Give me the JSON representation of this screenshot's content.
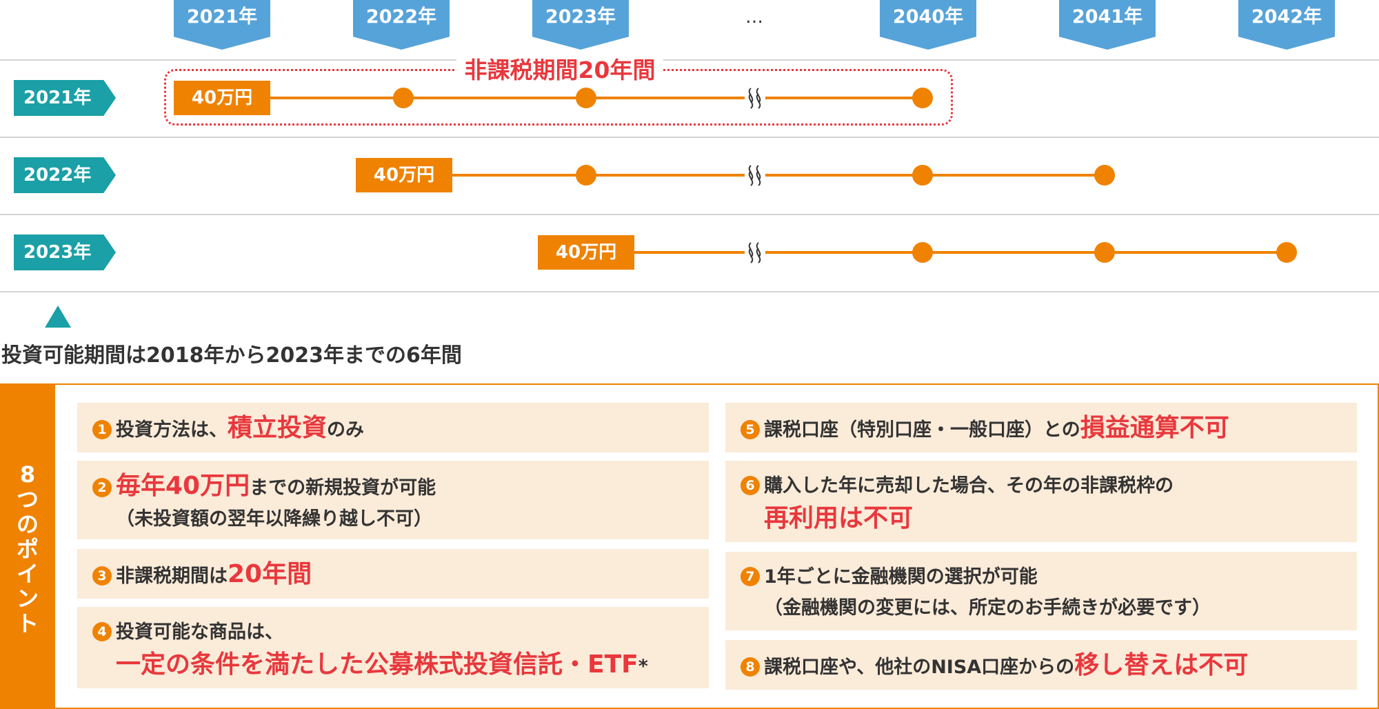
{
  "header_years": [
    "2021年",
    "2022年",
    "2023年",
    "…",
    "2040年",
    "2041年",
    "2042年"
  ],
  "rows": [
    {
      "year": "2021年",
      "amount": "40万円"
    },
    {
      "year": "2022年",
      "amount": "40万円"
    },
    {
      "year": "2023年",
      "amount": "40万円"
    }
  ],
  "tax_free_label": "非課税期間20年間",
  "investment_period": "投資可能期間は2018年から2023年までの6年間",
  "points_title": [
    "8",
    "つ",
    "の",
    "ポ",
    "イ",
    "ン",
    "ト"
  ],
  "points": [
    {
      "num": "1",
      "text": "投資方法は、",
      "highlight": "積立投資",
      "after": "のみ"
    },
    {
      "num": "2",
      "highlight": "毎年40万円",
      "after": "までの新規投資が可能",
      "sub": "（未投資額の翌年以降繰り越し不可）"
    },
    {
      "num": "3",
      "text": "非課税期間は",
      "highlight": "20年間"
    },
    {
      "num": "4",
      "text": "投資可能な商品は、",
      "highlight": "一定の条件を満たした公募株式投資信託・ETF",
      "after": "*"
    },
    {
      "num": "5",
      "text": "課税口座（特別口座・一般口座）との",
      "highlight": "損益通算不可"
    },
    {
      "num": "6",
      "text": "購入した年に売却した場合、その年の非課税枠の",
      "highlight": "再利用は不可"
    },
    {
      "num": "7",
      "text": "1年ごとに金融機関の選択が可能",
      "sub": "（金融機関の変更には、所定のお手続きが必要です）"
    },
    {
      "num": "8",
      "text": "課税口座や、他社のNISA口座からの",
      "highlight": "移し替えは不可"
    }
  ],
  "colors": {
    "orange": "#ef8200",
    "teal": "#1aa0a6",
    "blue": "#56a3d9",
    "red": "#e8383d",
    "card_bg": "#fbebd9"
  }
}
